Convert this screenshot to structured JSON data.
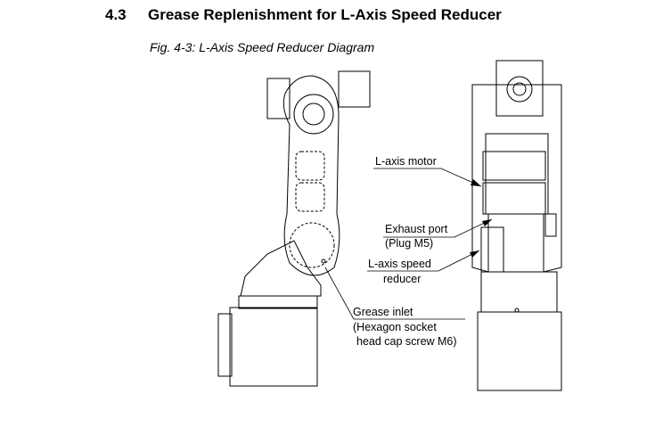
{
  "section": {
    "number": "4.3",
    "title": "Grease Replenishment for L-Axis Speed Reducer"
  },
  "figure": {
    "caption": "Fig. 4-3: L-Axis Speed Reducer Diagram",
    "labels": {
      "motor": "L-axis motor",
      "exhaust_1": "Exhaust port",
      "exhaust_2": "(Plug M5)",
      "reducer_1": "L-axis speed",
      "reducer_2": "reducer",
      "grease_1": "Grease inlet",
      "grease_2": "(Hexagon socket",
      "grease_3": "head cap screw M6)"
    }
  }
}
